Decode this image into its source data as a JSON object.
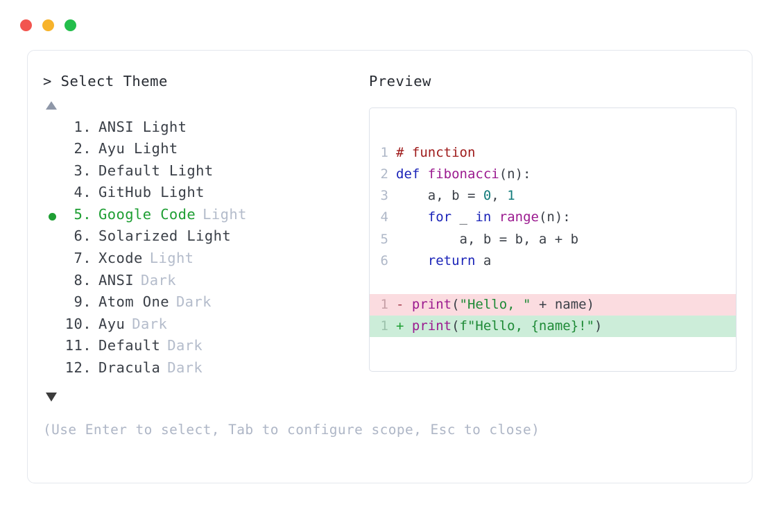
{
  "window": {
    "traffic_lights": [
      {
        "name": "close",
        "color": "#F2554F"
      },
      {
        "name": "minimize",
        "color": "#F7B32B"
      },
      {
        "name": "maximize",
        "color": "#23BE4B"
      }
    ]
  },
  "prompt": {
    "heading": "> Select Theme",
    "scroll_up_icon": "triangle-up",
    "scroll_down_icon": "triangle-down"
  },
  "preview": {
    "label": "Preview"
  },
  "themes": [
    {
      "num": "1.",
      "name": "ANSI Light",
      "variant": "",
      "selected": false
    },
    {
      "num": "2.",
      "name": "Ayu Light",
      "variant": "",
      "selected": false
    },
    {
      "num": "3.",
      "name": "Default Light",
      "variant": "",
      "selected": false
    },
    {
      "num": "4.",
      "name": "GitHub Light",
      "variant": "",
      "selected": false
    },
    {
      "num": "5.",
      "name": "Google Code",
      "variant": "Light",
      "selected": true
    },
    {
      "num": "6.",
      "name": "Solarized Light",
      "variant": "",
      "selected": false
    },
    {
      "num": "7.",
      "name": "Xcode",
      "variant": "Light",
      "selected": false
    },
    {
      "num": "8.",
      "name": "ANSI",
      "variant": "Dark",
      "selected": false
    },
    {
      "num": "9.",
      "name": "Atom One",
      "variant": "Dark",
      "selected": false
    },
    {
      "num": "10.",
      "name": "Ayu",
      "variant": "Dark",
      "selected": false
    },
    {
      "num": "11.",
      "name": "Default",
      "variant": "Dark",
      "selected": false
    },
    {
      "num": "12.",
      "name": "Dracula",
      "variant": "Dark",
      "selected": false
    }
  ],
  "code_preview": {
    "lines": [
      {
        "ln": "1",
        "tokens": [
          {
            "t": "com",
            "s": "# function"
          }
        ]
      },
      {
        "ln": "2",
        "tokens": [
          {
            "t": "kw",
            "s": "def"
          },
          {
            "t": "txt",
            "s": " "
          },
          {
            "t": "fn",
            "s": "fibonacci"
          },
          {
            "t": "punc",
            "s": "(n):"
          }
        ]
      },
      {
        "ln": "3",
        "tokens": [
          {
            "t": "txt",
            "s": "    a, b = "
          },
          {
            "t": "num",
            "s": "0"
          },
          {
            "t": "txt",
            "s": ", "
          },
          {
            "t": "num",
            "s": "1"
          }
        ]
      },
      {
        "ln": "4",
        "tokens": [
          {
            "t": "txt",
            "s": "    "
          },
          {
            "t": "kw",
            "s": "for"
          },
          {
            "t": "txt",
            "s": " _ "
          },
          {
            "t": "kw",
            "s": "in"
          },
          {
            "t": "txt",
            "s": " "
          },
          {
            "t": "fn",
            "s": "range"
          },
          {
            "t": "punc",
            "s": "(n):"
          }
        ]
      },
      {
        "ln": "5",
        "tokens": [
          {
            "t": "txt",
            "s": "        a, b = b, a + b"
          }
        ]
      },
      {
        "ln": "6",
        "tokens": [
          {
            "t": "txt",
            "s": "    "
          },
          {
            "t": "kw",
            "s": "return"
          },
          {
            "t": "txt",
            "s": " a"
          }
        ]
      }
    ],
    "diff": [
      {
        "ln": "1",
        "kind": "del",
        "marker": "-",
        "tokens": [
          {
            "t": "fn",
            "s": "print"
          },
          {
            "t": "punc",
            "s": "("
          },
          {
            "t": "str",
            "s": "\"Hello, \""
          },
          {
            "t": "txt",
            "s": " + name"
          },
          {
            "t": "punc",
            "s": ")"
          }
        ]
      },
      {
        "ln": "1",
        "kind": "add",
        "marker": "+",
        "tokens": [
          {
            "t": "fn",
            "s": "print"
          },
          {
            "t": "punc",
            "s": "("
          },
          {
            "t": "str",
            "s": "f\"Hello, {name}!\""
          },
          {
            "t": "punc",
            "s": ")"
          }
        ]
      }
    ]
  },
  "footer": {
    "hint": "(Use Enter to select, Tab to configure scope, Esc to close)"
  }
}
